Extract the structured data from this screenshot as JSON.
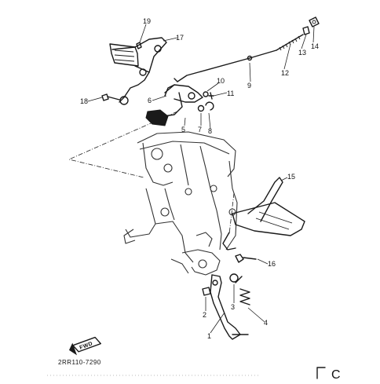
{
  "callouts": [
    {
      "n": "1"
    },
    {
      "n": "2"
    },
    {
      "n": "3"
    },
    {
      "n": "4"
    },
    {
      "n": "5"
    },
    {
      "n": "6"
    },
    {
      "n": "7"
    },
    {
      "n": "8"
    },
    {
      "n": "9"
    },
    {
      "n": "10"
    },
    {
      "n": "11"
    },
    {
      "n": "12"
    },
    {
      "n": "13"
    },
    {
      "n": "14"
    },
    {
      "n": "15"
    },
    {
      "n": "16"
    },
    {
      "n": "17"
    },
    {
      "n": "18"
    },
    {
      "n": "19"
    }
  ],
  "badge_text": "FWD",
  "catalog_code": "2RR110-7290",
  "corner_mark": "C"
}
